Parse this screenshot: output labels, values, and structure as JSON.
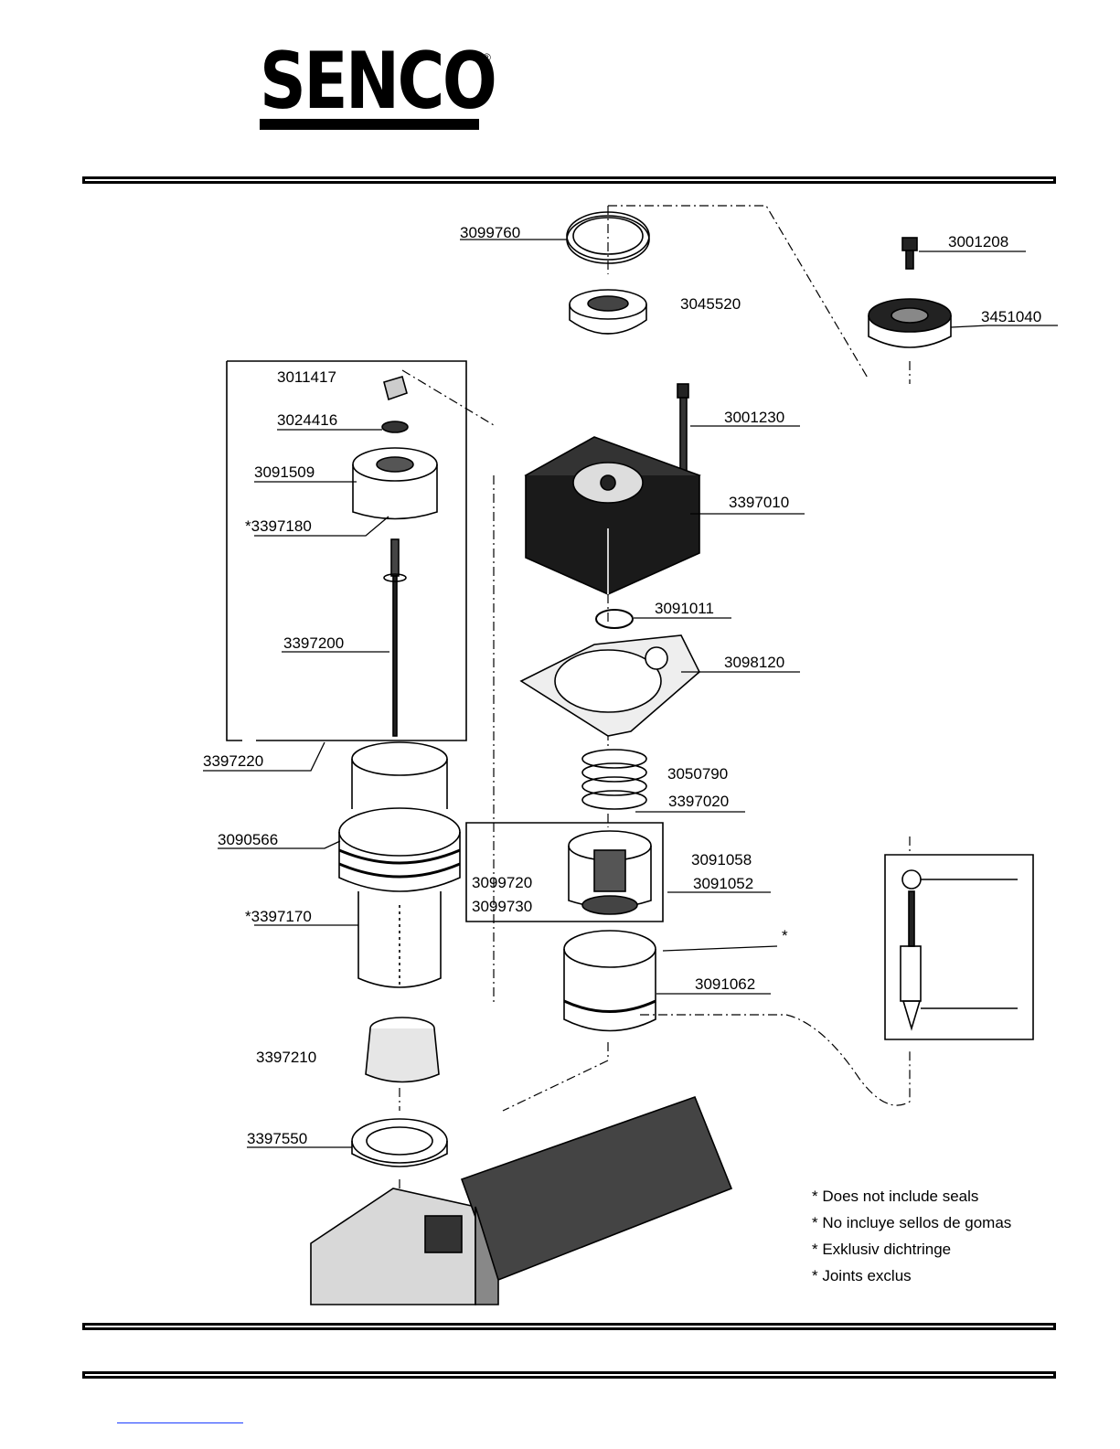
{
  "brand": {
    "name": "SENCO",
    "registered": "®"
  },
  "part_numbers": {
    "p3099760": "3099760",
    "p3045520": "3045520",
    "p3001208": "3001208",
    "p3451040": "3451040",
    "p3011417": "3011417",
    "p3024416": "3024416",
    "p3091509": "3091509",
    "p3397180": "*3397180",
    "p3001230": "3001230",
    "p3397010": "3397010",
    "p3091011": "3091011",
    "p3397200": "3397200",
    "p3098120": "3098120",
    "p3397220": "3397220",
    "p3050790": "3050790",
    "p3397020": "3397020",
    "p3090566": "3090566",
    "p3091058": "3091058",
    "p3099720": "3099720",
    "p3091052": "3091052",
    "p3099730": "3099730",
    "p3397170": "*3397170",
    "p3091062": "3091062",
    "p3397210": "3397210",
    "p3397550": "3397550"
  },
  "footnotes": [
    "* Does not include seals",
    "* No incluye sellos de gomas",
    "* Exklusiv dichtringe",
    "* Joints exclus"
  ],
  "asterisk_marker": "*"
}
